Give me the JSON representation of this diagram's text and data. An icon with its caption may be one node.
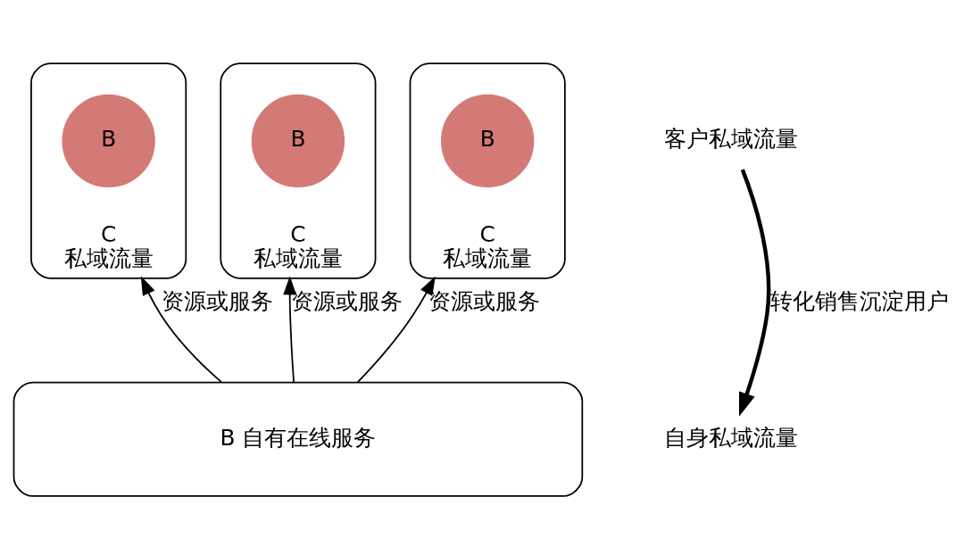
{
  "diagram": {
    "nodes": [
      {
        "text": [
          "C",
          "私域流量"
        ]
      },
      {
        "text": [
          "B"
        ],
        "in": 0
      },
      {
        "text": [
          "C",
          "私域流量"
        ]
      },
      {
        "text": [
          "B"
        ],
        "in": 2
      },
      {
        "text": [
          "C",
          "私域流量"
        ]
      },
      {
        "text": [
          "B"
        ],
        "in": 4
      },
      {
        "text": [
          "B 自有在线服务"
        ]
      },
      {
        "text": [
          "客户私域流量"
        ]
      },
      {
        "text": [
          "自身私域流量"
        ]
      }
    ],
    "edges": [
      {
        "from": 6,
        "to": 0,
        "arrow": "to",
        "label": "资源或服务"
      },
      {
        "from": 6,
        "to": 2,
        "arrow": "to",
        "label": "资源或服务"
      },
      {
        "from": 6,
        "to": 4,
        "arrow": "to",
        "label": "资源或服务"
      },
      {
        "from": 7,
        "to": 8,
        "arrow": "to",
        "label": "转化销售沉淀用户",
        "style": "thick"
      }
    ]
  }
}
